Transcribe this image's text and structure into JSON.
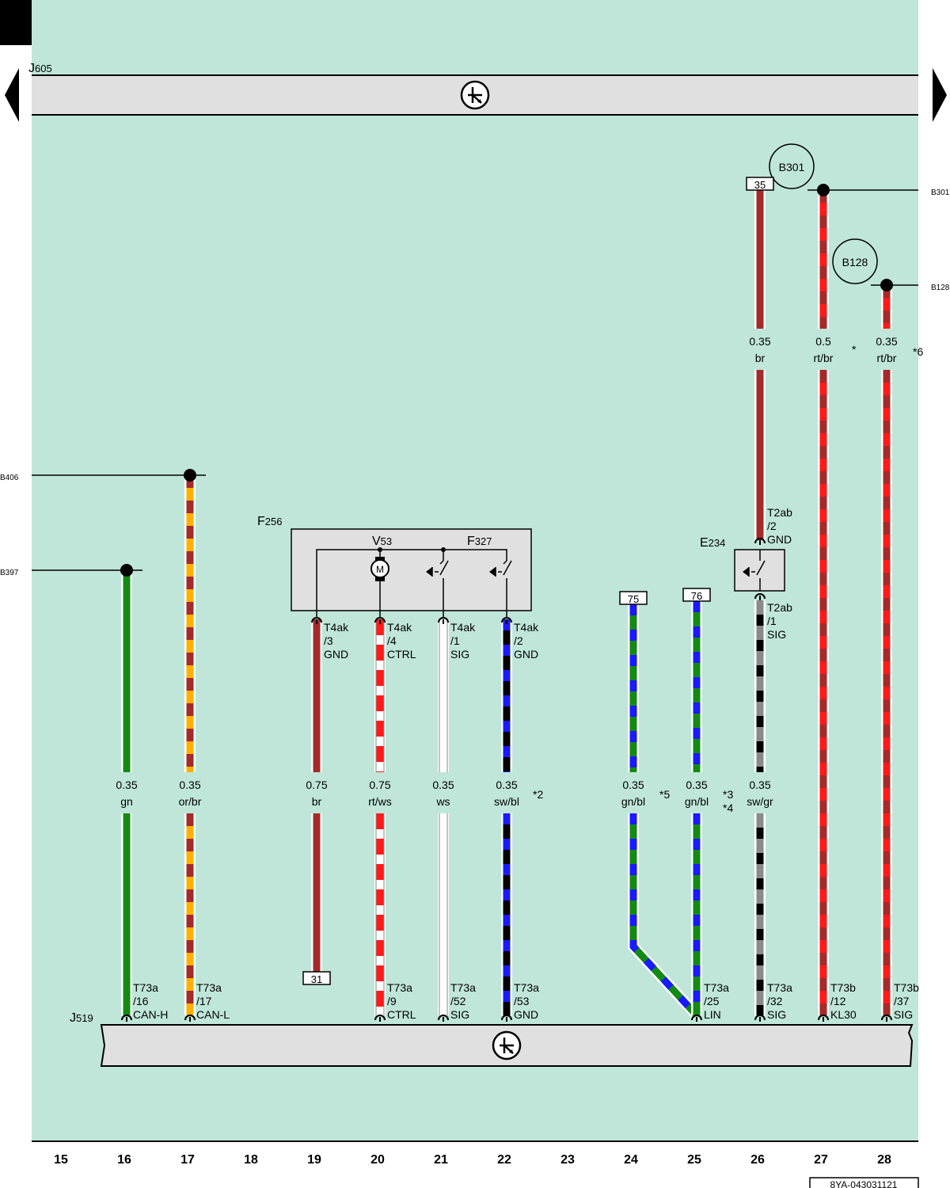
{
  "components": {
    "J605": {
      "letter": "J",
      "sub": "605"
    },
    "J519": {
      "letter": "J",
      "sub": "519"
    },
    "F256": {
      "letter": "F",
      "sub": "256"
    },
    "V53": {
      "letter": "V",
      "sub": "53"
    },
    "F327": {
      "letter": "F",
      "sub": "327"
    },
    "E234": {
      "letter": "E",
      "sub": "234"
    }
  },
  "motor_symbol": "M",
  "circle_refs": {
    "b301": "B301",
    "b128": "B128"
  },
  "edge_refs": {
    "b301": "B301",
    "b128": "B128",
    "b406": "B406",
    "b397": "B397"
  },
  "boxed_numbers": {
    "t35": "35",
    "t75": "75",
    "t76": "76",
    "t31": "31"
  },
  "wires": [
    {
      "id": "w16",
      "size": "0.35",
      "color": "gn",
      "top": "T73a",
      "pin": "/16",
      "sig": "CAN-H"
    },
    {
      "id": "w17",
      "size": "0.35",
      "color": "or/br",
      "top": "T73a",
      "pin": "/17",
      "sig": "CAN-L"
    },
    {
      "id": "w19",
      "size": "0.75",
      "color": "br",
      "top": "T4ak",
      "pin": "/3",
      "sig": "GND"
    },
    {
      "id": "w20",
      "size": "0.75",
      "color": "rt/ws",
      "top": "T4ak",
      "pin": "/4",
      "sig": "CTRL",
      "bottom_top": "T73a",
      "bottom_pin": "/9",
      "bottom_sig": "CTRL"
    },
    {
      "id": "w21",
      "size": "0.35",
      "color": "ws",
      "top": "T4ak",
      "pin": "/1",
      "sig": "SIG",
      "bottom_top": "T73a",
      "bottom_pin": "/52",
      "bottom_sig": "SIG"
    },
    {
      "id": "w22",
      "size": "0.35",
      "color": "sw/bl",
      "top": "T4ak",
      "pin": "/2",
      "sig": "GND",
      "bottom_top": "T73a",
      "bottom_pin": "/53",
      "bottom_sig": "GND",
      "note": "*2"
    },
    {
      "id": "w24",
      "size": "0.35",
      "color": "gn/bl",
      "note": "*5"
    },
    {
      "id": "w25",
      "size": "0.35",
      "color": "gn/bl",
      "note": "*3",
      "note2": "*4",
      "bottom_top": "T73a",
      "bottom_pin": "/25",
      "bottom_sig": "LIN"
    },
    {
      "id": "w26",
      "size": "0.35",
      "color": "sw/gr",
      "top": "T2ab",
      "pin": "/1",
      "sig": "SIG",
      "upper_top": "T2ab",
      "upper_pin": "/2",
      "upper_sig": "GND",
      "upper_size": "0.35",
      "upper_color": "br",
      "bottom_top": "T73a",
      "bottom_pin": "/32",
      "bottom_sig": "SIG"
    },
    {
      "id": "w27",
      "size": "0.5",
      "color": "rt/br",
      "note": "*",
      "bottom_top": "T73b",
      "bottom_pin": "/12",
      "bottom_sig": "KL30"
    },
    {
      "id": "w28",
      "size": "0.35",
      "color": "rt/br",
      "note": "*6",
      "bottom_top": "T73b",
      "bottom_pin": "/37",
      "bottom_sig": "SIG"
    }
  ],
  "columns": [
    "15",
    "16",
    "17",
    "18",
    "19",
    "20",
    "21",
    "22",
    "23",
    "24",
    "25",
    "26",
    "27",
    "28"
  ],
  "doc_id": "8YA-043031121",
  "colors": {
    "background": "#bfe6d8",
    "bus": "#e0e0e0",
    "gn": "#138a13",
    "or": "#ffb000",
    "br": "#a52a2a",
    "rt": "#ff1a1a",
    "ws": "#ffffff",
    "sw": "#000000",
    "bl": "#1a1aff",
    "gr": "#8a8a8a"
  }
}
